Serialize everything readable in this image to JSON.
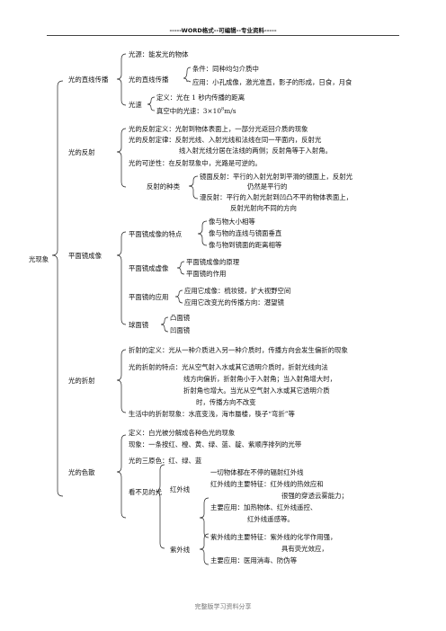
{
  "header": "-----WORD格式--可编辑--专业资料-----",
  "footer": "完整版学习资料分享",
  "root": "光现象",
  "s1": {
    "title": "光的直线传播",
    "source": "光源：能发光的物体",
    "sub_title": "光的直线传播",
    "condition": "条件：同种均匀介质中",
    "application": "应用：小孔成像，激光准直，影子的形成，日食，月食",
    "speed_title": "光速",
    "speed_def": "定义：光在 1 秒内传播的距离",
    "speed_vacuum": "真空中的光速：3×10",
    "speed_exp": "8",
    "speed_unit": "m/s"
  },
  "s2": {
    "title": "光的反射",
    "def": "光的反射定义：光射到物体表面上，一部分光返回介质的现象",
    "law1": "光的反射定律：反射光线、入射光线和法线在同一平面内，反射光",
    "law2": "线入射光线分居在法线的两侧；反射角等于入射角。",
    "reversible": "光的可逆性：在反射现象中，光路是可逆的。",
    "kinds": "反射的种类",
    "mirror1": "镜面反射：平行的入射光射到平滑的镜面上，反射光",
    "mirror2": "仍然是平行的",
    "diffuse1": "漫反射：平行的入射光射到凹凸不平的物体表面上，",
    "diffuse2": "反射光射向不同的方向"
  },
  "s3": {
    "title": "平面镜成像",
    "features": "平面镜成像的特点",
    "f1": "像与物大小相等",
    "f2": "像与物的连线与镜面垂直",
    "f3": "像与物到镜面的距离相等",
    "virtual": "平面镜成虚像",
    "v1": "平面镜成像的原理",
    "v2": "平面镜的作用",
    "apply": "平面镜的应用",
    "a1": "应用它成像：梳妆镜，扩大视野空间",
    "a2": "应用它改变光的传播方向：潜望镜",
    "sphere": "球面镜",
    "sp1": "凸面镜",
    "sp2": "凹面镜"
  },
  "s4": {
    "title": "光的折射",
    "def": "折射的定义：光从一种介质进入另一种介质时，传播方向会发生偏折的现象",
    "feat1": "光的折射的特点：光从空气射入水或其它透明介质时，折射光线向法",
    "feat2": "线方向偏折，折射角小于入射角；当入射角增大时，",
    "feat3": "折射角也增大。当光从空气射入水或其它透明介质",
    "feat4": "时，传播方向不改变",
    "life": "生活中的折射现象：水底变浅，海市蜃楼，筷子“弯折”等"
  },
  "s5": {
    "title": "光的色散",
    "def": "定义：白光被分解成各种色光的现象",
    "phen": "现象：一条按红、橙、黄、绿、蓝、靛、紫顺序排列的光带",
    "primary": "光的三原色：红、绿、蓝",
    "invisible": "看不见的光",
    "ir": "红外线",
    "ir1": "一切物体都在不停的辐射红外线",
    "ir2": "红外线的主要特征：红外线的热效应和",
    "ir3": "很强的穿透云雾能力；",
    "ir4": "主要应用：加热物体、红外线遥控、",
    "ir5": "红外线遥感等。",
    "uv": "紫外线",
    "uv1": "紫外线的主要特征：紫外线的化学作用强，",
    "uv2": "具有荧光效应，",
    "uv3": "主要应用：医用消毒、防伪等"
  }
}
